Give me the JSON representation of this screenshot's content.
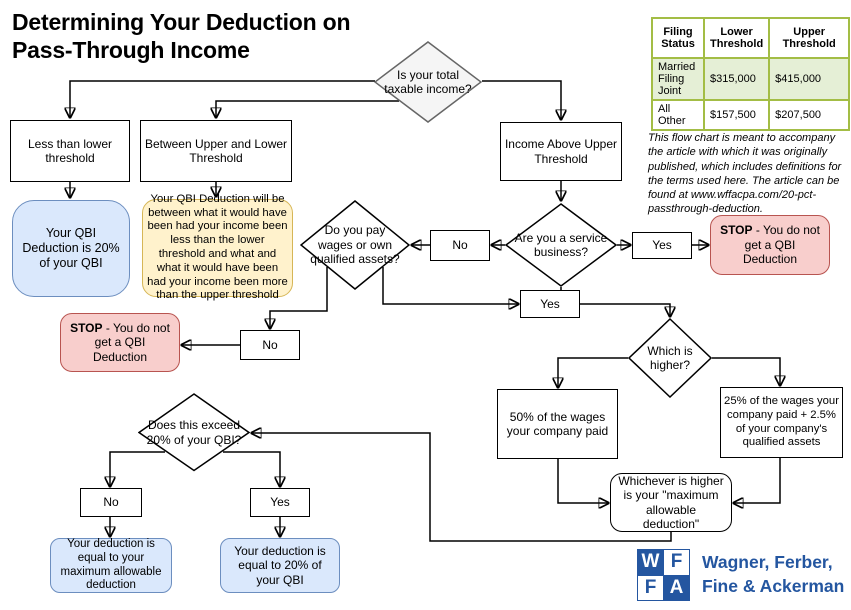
{
  "title": "Determining Your Deduction on\nPass-Through Income",
  "note": "This flow chart is meant to accompany the article with which it was originally published, which includes definitions for the terms used here. The article can be found at www.wffacpa.com/20-pct-passthrough-deduction.",
  "table": {
    "headers": [
      "Filing Status",
      "Lower Threshold",
      "Upper Threshold"
    ],
    "rows": [
      {
        "cells": [
          "Married Filing Joint",
          "$315,000",
          "$415,000"
        ]
      },
      {
        "cells": [
          "All Other",
          "$157,500",
          "$207,500"
        ]
      }
    ]
  },
  "nodes": {
    "taxable_income": "Is your total taxable income?",
    "less_than_lower": "Less than lower threshold",
    "between": "Between Upper and Lower Threshold",
    "above_upper": "Income Above Upper Threshold",
    "qbi_20": "Your QBI Deduction is 20% of your QBI",
    "qbi_between": "Your QBI Deduction will be between what it would have been had your income been less than the lower threshold and what and what it would have been had your income been more than the upper threshold",
    "pay_wages": "Do you pay wages or own qualified assets?",
    "service_business": "Are you a service business?",
    "no_mid": "No",
    "yes_right": "Yes",
    "yes_mid": "Yes",
    "no_left": "No",
    "stop_bold": "STOP",
    "stop_rest": " - You do not get a QBI Deduction",
    "which_higher": "Which is higher?",
    "wages_50": "50% of the wages your company paid",
    "wages_25": "25% of the wages your company paid + 2.5% of your company's qualified assets",
    "whichever": "Whichever is higher is your \"maximum allowable deduction\"",
    "exceed_20": "Does this exceed 20% of your QBI?",
    "no_bottom": "No",
    "yes_bottom": "Yes",
    "deduction_max": "Your deduction is equal to your maximum allowable deduction",
    "deduction_20": "Your deduction is equal to 20% of your QBI"
  },
  "logo": {
    "cells": [
      "W",
      "F",
      "F",
      "A"
    ],
    "company": "Wagner, Ferber,\nFine & Ackerman"
  },
  "colors": {
    "result_blue_fill": "#dae8fc",
    "result_blue_stroke": "#6c8ebf",
    "range_yellow_fill": "#fff2cc",
    "range_yellow_stroke": "#d6b656",
    "stop_red_fill": "#f8cecc",
    "stop_red_stroke": "#b85450",
    "table_green_border": "#a3bd45",
    "table_green_row": "#e5efd6",
    "diamond_gray_fill": "#f5f5f5",
    "logo_blue": "#2456a0"
  }
}
